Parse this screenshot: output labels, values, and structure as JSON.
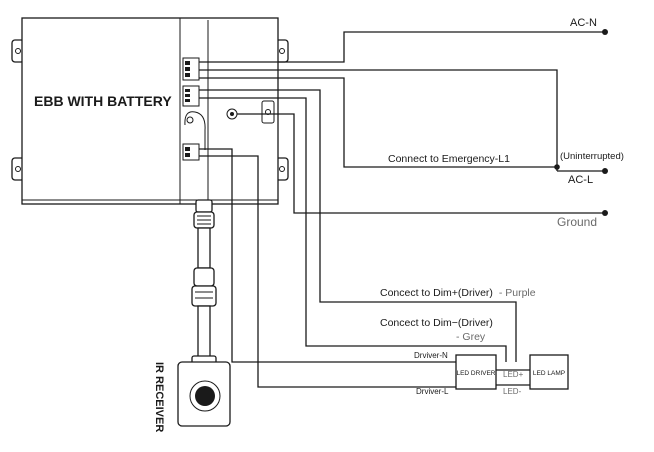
{
  "ebb": {
    "title": "EBB WITH BATTERY"
  },
  "ir_receiver": {
    "label": "IR RECEIVER"
  },
  "terminals": {
    "ac_n": "AC-N",
    "ac_l": "AC-L",
    "uninterrupted": "(Uninterrupted)",
    "ground": "Ground"
  },
  "wires": {
    "emergency_l1": "Connect to Emergency-L1",
    "dim_plus": "Concect to Dim+(Driver)",
    "dim_plus_color": "- Purple",
    "dim_minus": "Concect to Dim−(Driver)",
    "dim_minus_color": "- Grey",
    "driver_n": "Drviver-N",
    "driver_l": "Drviver-L",
    "led_plus": "LED+",
    "led_minus": "LED-"
  },
  "led_driver": {
    "label": "LED DRIVER"
  },
  "led_lamp": {
    "label": "LED LAMP"
  },
  "colors": {
    "line": "#1a1a1a",
    "muted_text": "#6a6a6a",
    "background": "#ffffff"
  }
}
